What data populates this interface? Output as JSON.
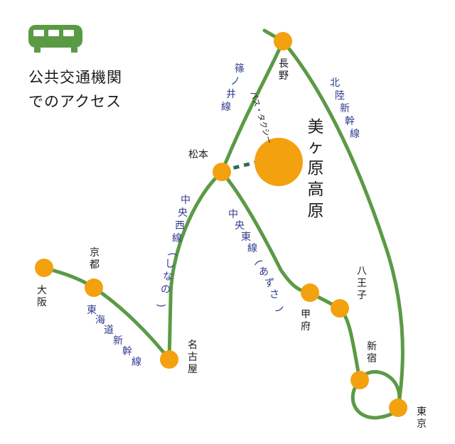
{
  "header": {
    "title_line1": "公共交通機関",
    "title_line2": "でのアクセス",
    "icon": "train-icon"
  },
  "destination": {
    "name_chars": [
      "美",
      "ヶ",
      "原",
      "高",
      "原"
    ],
    "access_note": "バス・タクシー"
  },
  "stations": {
    "nagano": [
      "長",
      "野"
    ],
    "matsumoto": "松本",
    "kyoto": [
      "京",
      "都"
    ],
    "osaka": [
      "大",
      "阪"
    ],
    "nagoya": [
      "名",
      "古",
      "屋"
    ],
    "kofu": [
      "甲",
      "府"
    ],
    "hachioji": [
      "八",
      "王",
      "子"
    ],
    "shinjuku": [
      "新",
      "宿"
    ],
    "tokyo": [
      "東",
      "京"
    ]
  },
  "lines": {
    "shinonoi": [
      "篠",
      "ノ",
      "井",
      "線"
    ],
    "hokuriku": [
      "北",
      "陸",
      "新",
      "幹",
      "線"
    ],
    "chuo_west": [
      "中",
      "央",
      "西",
      "線",
      "(",
      "し",
      "な",
      "の",
      ")"
    ],
    "chuo_east": [
      "中",
      "央",
      "東",
      "線",
      "(",
      "あ",
      "ず",
      "さ",
      ")"
    ],
    "tokaido": [
      "東",
      "海",
      "道",
      "新",
      "幹",
      "線"
    ]
  },
  "colors": {
    "line_green": "#5b9a45",
    "station_orange": "#f3a10f",
    "line_label_blue": "#2f3a8f",
    "bus_link": "#2d6b5e",
    "icon_green": "#5b9a45",
    "text_dark": "#1a1a1a"
  }
}
